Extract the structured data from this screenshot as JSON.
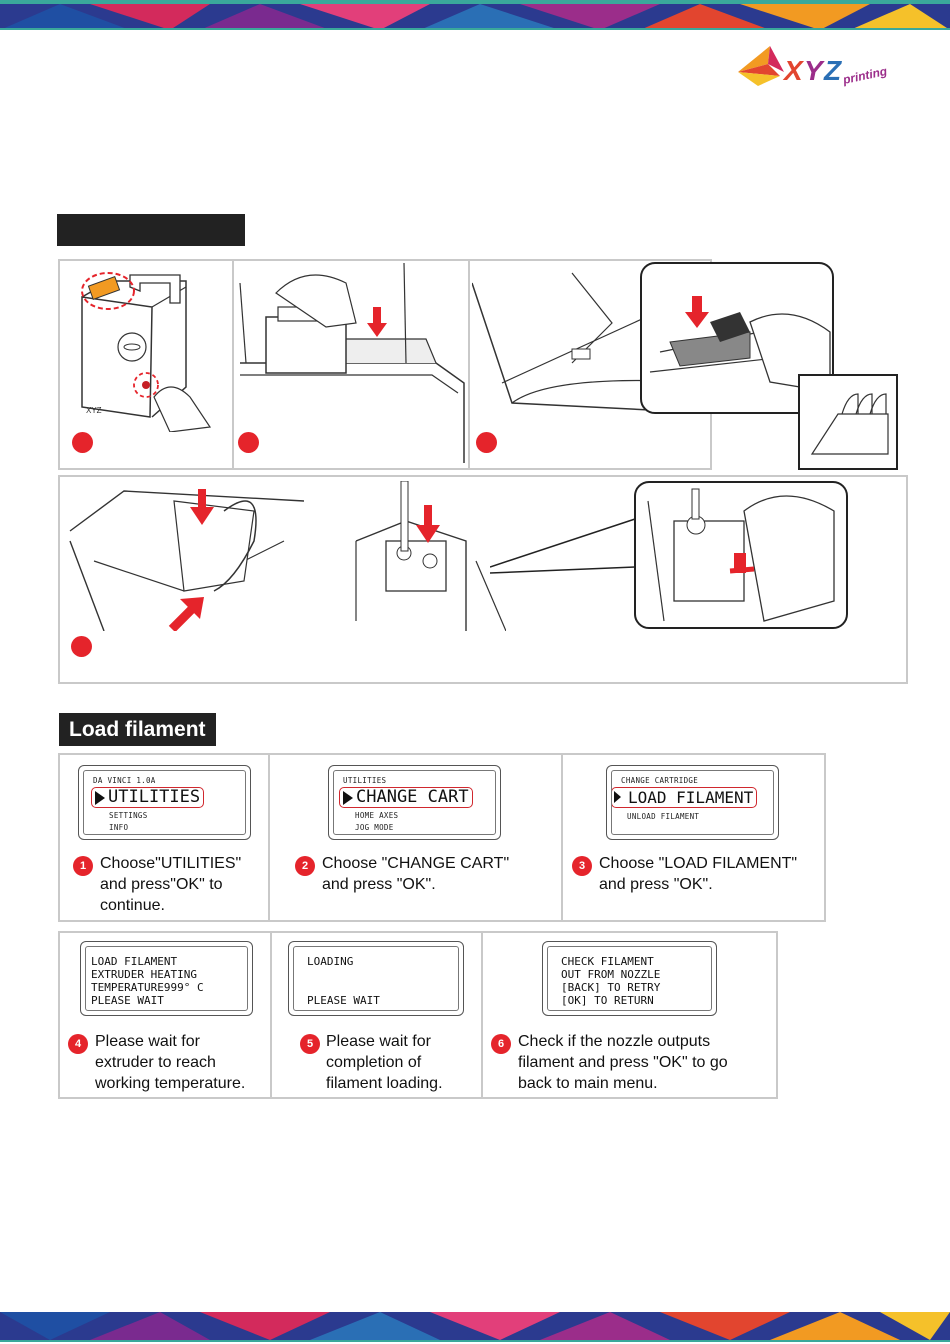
{
  "brand": {
    "logo_text": "XYZprinting",
    "colors": {
      "accent_red": "#e5242b",
      "title_bg": "#222222",
      "panel_border": "#c9c9c9"
    }
  },
  "install_section": {
    "step_markers": [
      "red-dot",
      "red-dot",
      "red-dot",
      "red-dot"
    ]
  },
  "load_filament": {
    "title": "Load filament",
    "steps": [
      {
        "number": "1",
        "lcd": {
          "header": "DA VINCI 1.0A",
          "selected": "UTILITIES",
          "options": [
            "SETTINGS",
            "INFO"
          ]
        },
        "text": "Choose\"UTILITIES\"\nand press\"OK\" to\ncontinue."
      },
      {
        "number": "2",
        "lcd": {
          "header": "UTILITIES",
          "selected": "CHANGE CART",
          "options": [
            "HOME AXES",
            "JOG MODE"
          ]
        },
        "text": "Choose \"CHANGE CART\"\nand press \"OK\"."
      },
      {
        "number": "3",
        "lcd": {
          "header": "CHANGE CARTRIDGE",
          "selected": "LOAD FILAMENT",
          "options": [
            "UNLOAD FILAMENT"
          ]
        },
        "text": "Choose \"LOAD FILAMENT\"\nand press \"OK\"."
      },
      {
        "number": "4",
        "lcd": {
          "lines": [
            "LOAD FILAMENT",
            "EXTRUDER HEATING",
            "TEMPERATURE999° C",
            "PLEASE WAIT"
          ]
        },
        "text": "Please wait for\nextruder to reach\nworking temperature."
      },
      {
        "number": "5",
        "lcd": {
          "lines": [
            "LOADING",
            "",
            "",
            "PLEASE WAIT"
          ]
        },
        "text": "Please wait for\ncompletion of\nfilament loading."
      },
      {
        "number": "6",
        "lcd": {
          "lines": [
            "CHECK FILAMENT",
            "OUT FROM NOZZLE",
            "[BACK] TO RETRY",
            "[OK] TO RETURN"
          ]
        },
        "text": "Check if the nozzle outputs\nfilament and press \"OK\" to go\nback to main menu."
      }
    ]
  }
}
